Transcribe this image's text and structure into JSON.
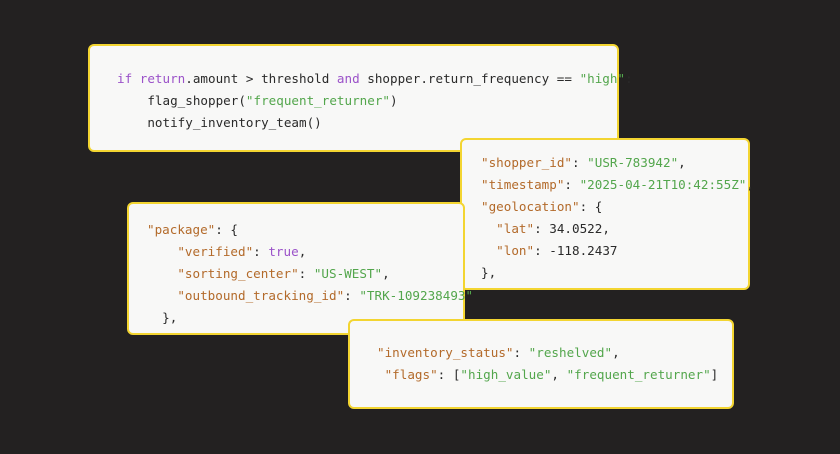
{
  "code_snippet": {
    "line1": {
      "if": "if",
      "return": "return",
      "amount_op": ".amount > threshold ",
      "and": "and",
      "freq": " shopper.return_frequency == ",
      "high": "\"high\"",
      "colon": ":"
    },
    "line2": {
      "call": "flag_shopper(",
      "arg": "\"frequent_returner\"",
      "close": ")"
    },
    "line3": {
      "call": "notify_inventory_team()"
    }
  },
  "shopper_record": {
    "shopper_id_key": "\"shopper_id\"",
    "shopper_id_val": "\"USR-783942\"",
    "timestamp_key": "\"timestamp\"",
    "timestamp_val": "\"2025-04-21T10:42:55Z\"",
    "geolocation_key": "\"geolocation\"",
    "lat_key": "\"lat\"",
    "lat_val": "34.0522",
    "lon_key": "\"lon\"",
    "lon_val": "-118.2437"
  },
  "package_record": {
    "package_key": "\"package\"",
    "verified_key": "\"verified\"",
    "verified_val": "true",
    "sorting_center_key": "\"sorting_center\"",
    "sorting_center_val": "\"US-WEST\"",
    "tracking_key": "\"outbound_tracking_id\"",
    "tracking_val": "\"TRK-109238493\""
  },
  "inventory_record": {
    "status_key": "\"inventory_status\"",
    "status_val": "\"reshelved\"",
    "flags_key": "\"flags\"",
    "flag1": "\"high_value\"",
    "flag2": "\"frequent_returner\""
  },
  "colors": {
    "background": "#232121",
    "card": "#f8f8f7",
    "border": "#f3d531",
    "keyword": "#9b52c9",
    "string": "#53a64c",
    "key": "#b36a2a"
  }
}
